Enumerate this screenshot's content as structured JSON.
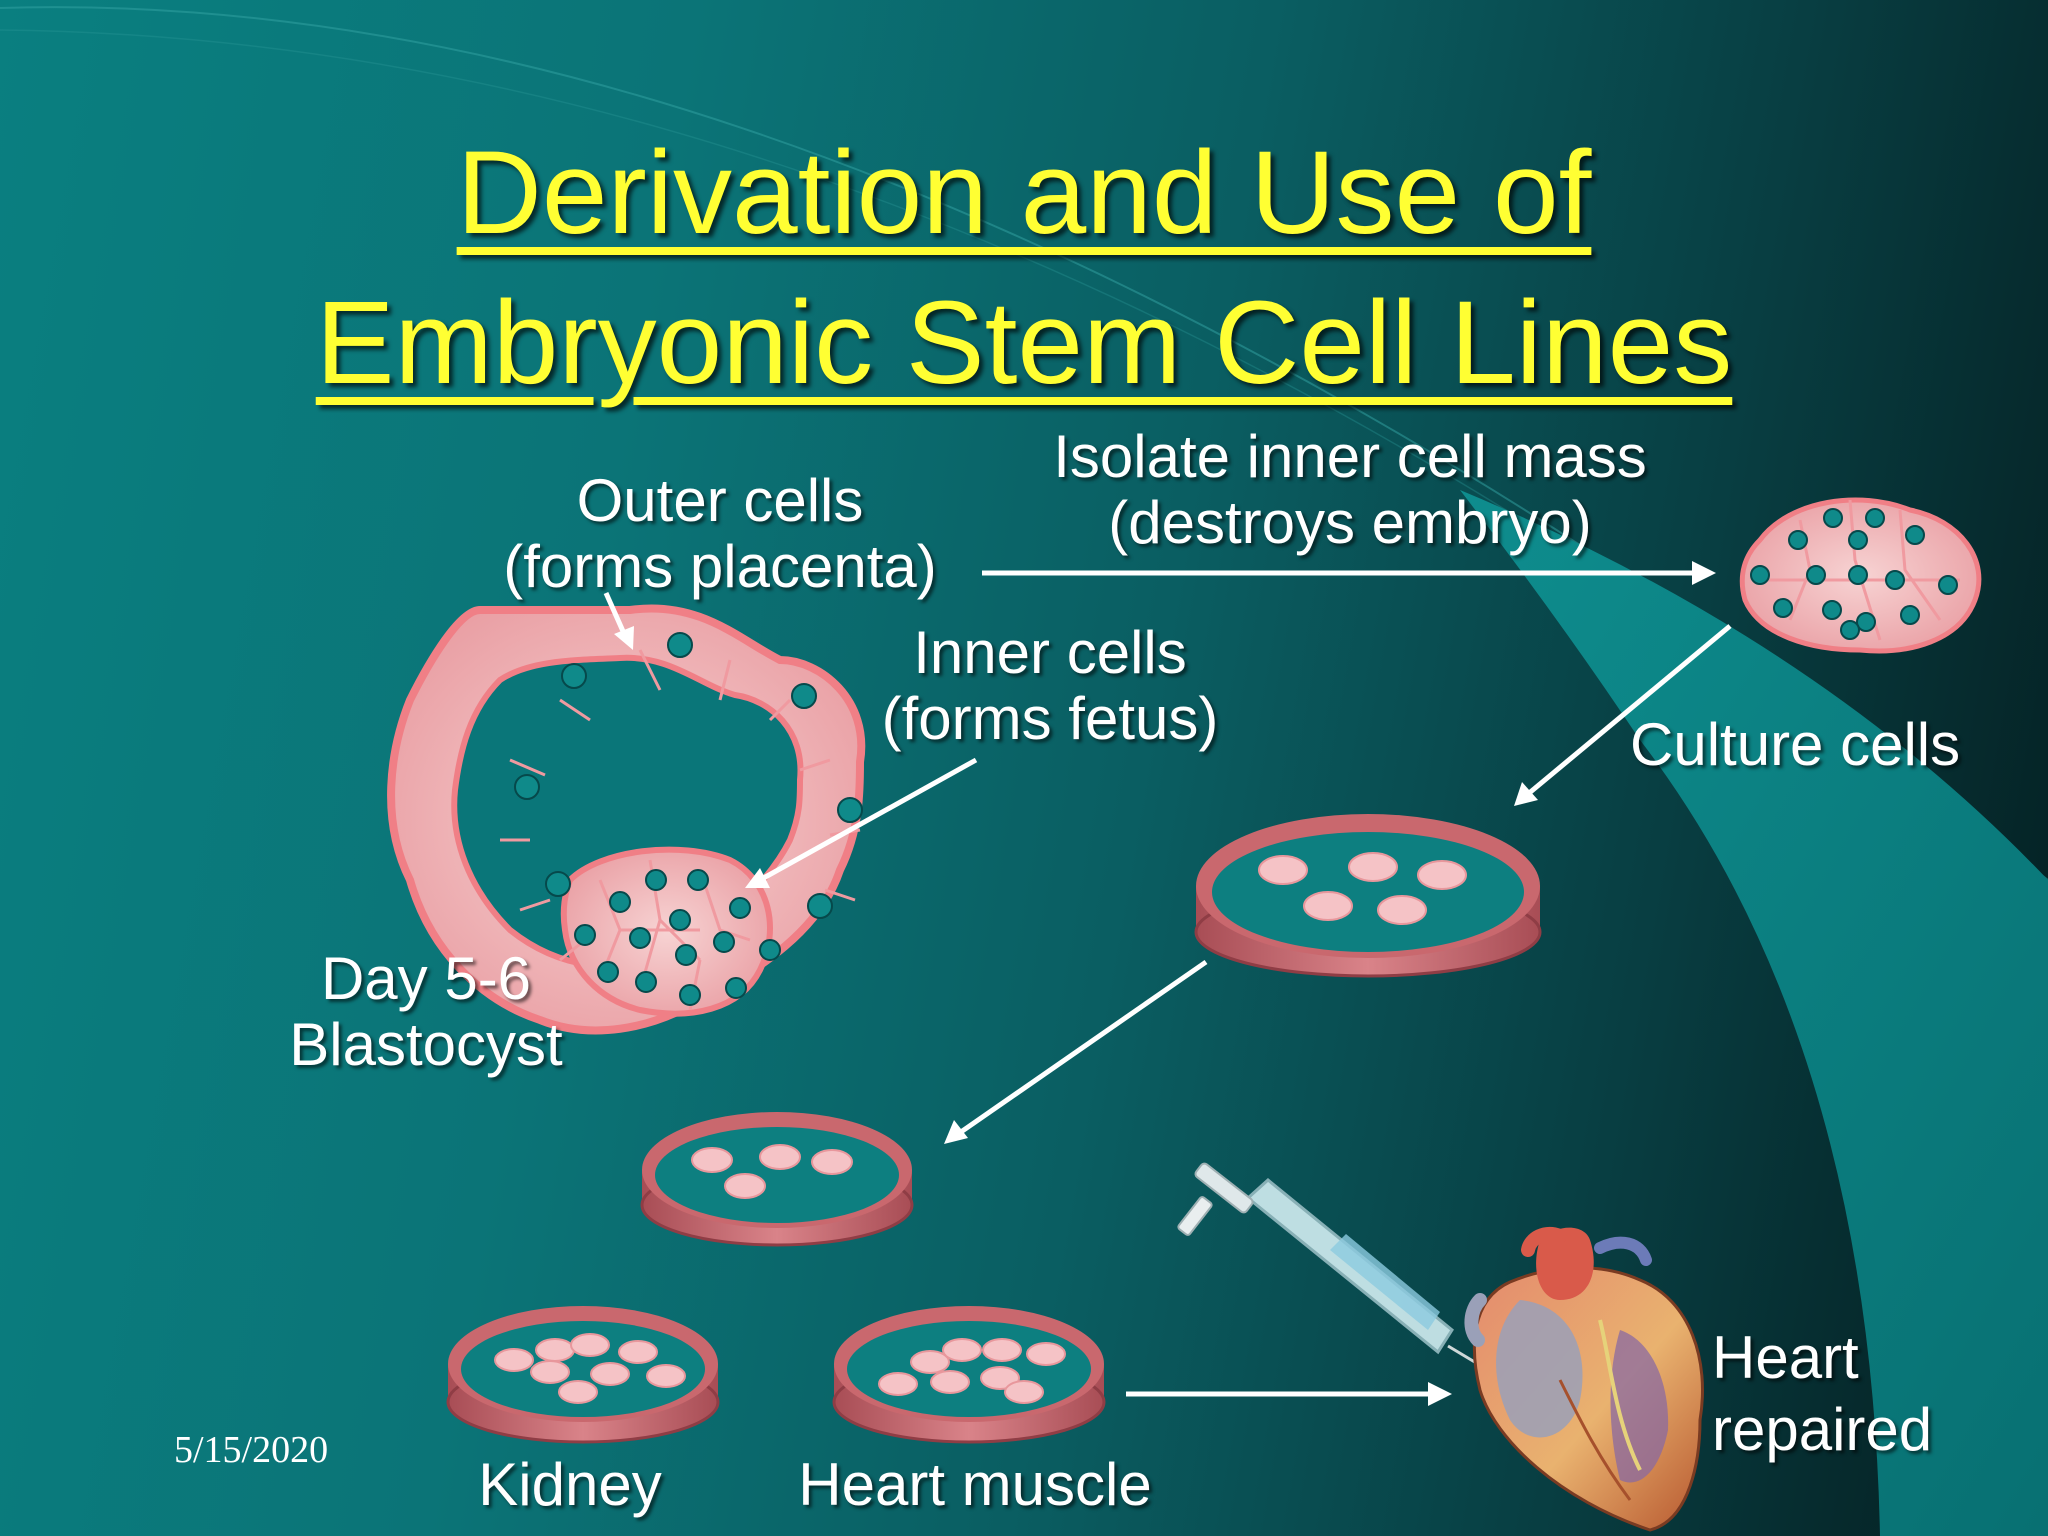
{
  "slide": {
    "title_line1": "Derivation and Use of",
    "title_line2": "Embryonic Stem Cell Lines",
    "date": "5/15/2020"
  },
  "labels": {
    "outer_cells_1": "Outer cells",
    "outer_cells_2": "(forms placenta)",
    "isolate_1": "Isolate inner cell mass",
    "isolate_2": "(destroys embryo)",
    "inner_cells_1": "Inner cells",
    "inner_cells_2": "(forms fetus)",
    "culture_cells": "Culture cells",
    "blastocyst_1": "Day 5-6",
    "blastocyst_2": "Blastocyst",
    "kidney": "Kidney",
    "heart_muscle": "Heart muscle",
    "heart_repaired_1": "Heart",
    "heart_repaired_2": "repaired"
  },
  "colors": {
    "title": "#ffff33",
    "text": "#ffffff",
    "background": "#0a7478",
    "cell_pink": "#f2a6aa",
    "nucleus": "#0f8a8a",
    "dish": "#c9686e"
  },
  "icons": {
    "blastocyst": "blastocyst-illustration",
    "inner_cell_mass": "cell-cluster-illustration",
    "dish": "petri-dish-illustration",
    "syringe": "syringe-illustration",
    "heart": "heart-illustration"
  }
}
